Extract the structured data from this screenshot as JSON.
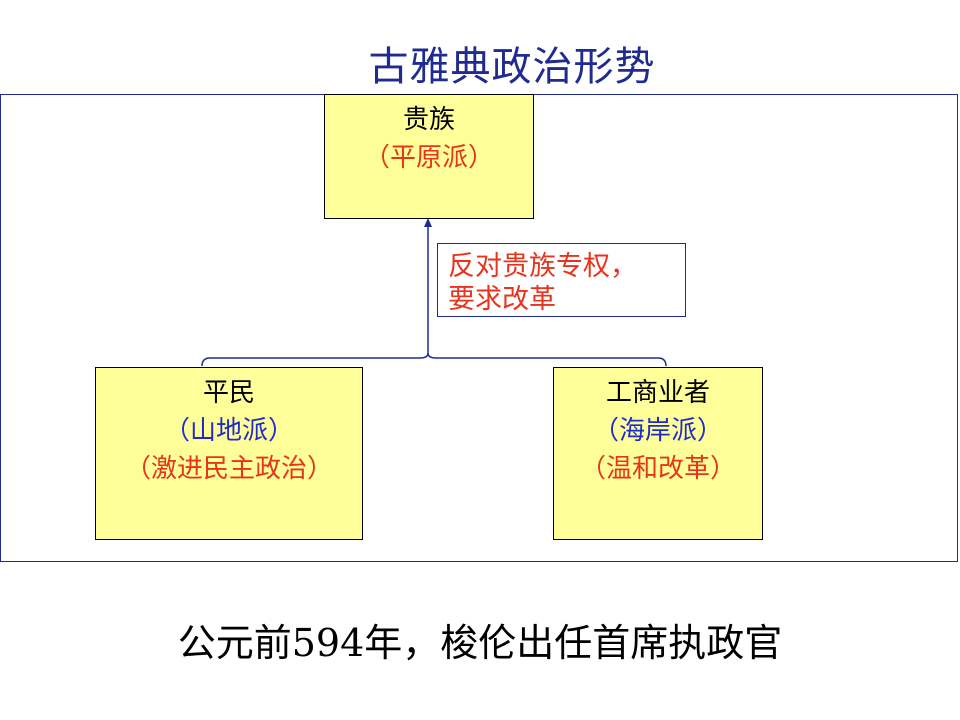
{
  "title": "古雅典政治形势",
  "boxes": {
    "top": {
      "line1": "贵族",
      "line2": "（平原派）"
    },
    "left": {
      "line1": "平民",
      "line2": "（山地派）",
      "line3": "（激进民主政治）"
    },
    "right": {
      "line1": "工商业者",
      "line2": "（海岸派）",
      "line3": "（温和改革）"
    }
  },
  "note": {
    "line1": "反对贵族专权，",
    "line2": "要求改革"
  },
  "footer": "公元前594年，梭伦出任首席执政官",
  "colors": {
    "box_fill": "#ffff99",
    "frame": "#1f2b8f",
    "red": "#e8341c",
    "blue": "#1f2bcc"
  }
}
